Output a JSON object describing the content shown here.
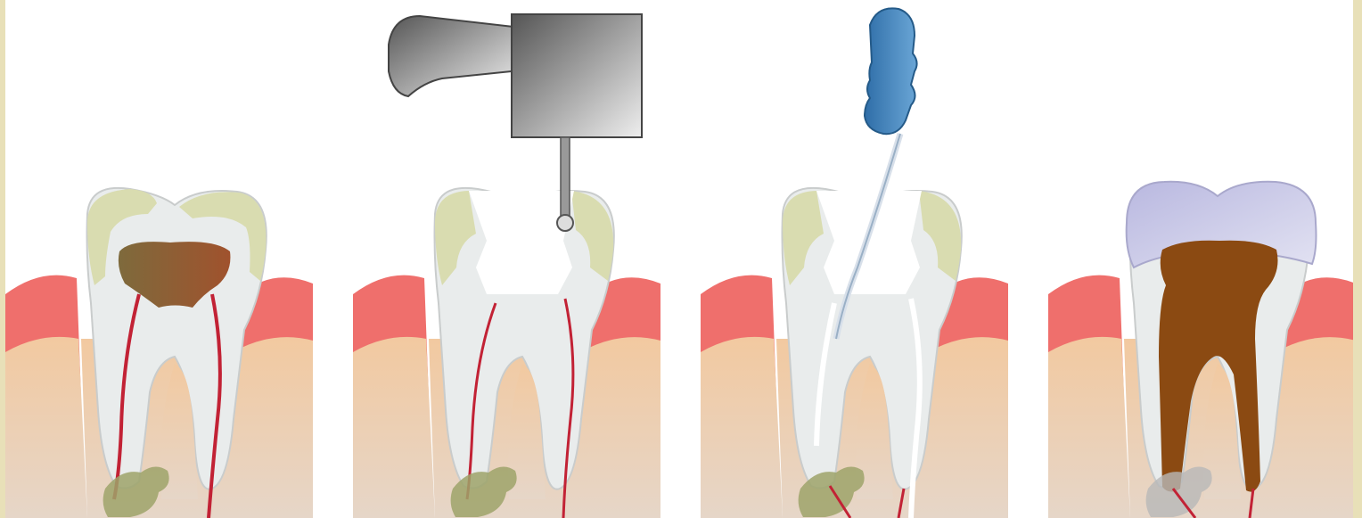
{
  "diagram": {
    "colors": {
      "frame": "#e8e0b8",
      "background": "#ffffff",
      "gum": "#ef6f6c",
      "bone_top": "#f2c9a0",
      "bone_bottom": "#e8d2bf",
      "enamel": "#d9dcb0",
      "dentin": "#e9ecec",
      "pulp": "#8a5a30",
      "nerve": "#c22235",
      "infection": "#9ea36a",
      "crown": "#c9c8e6",
      "filling": "#8b4a12",
      "drill": "#777777",
      "file_handle": "#3a7fb8"
    },
    "panels": [
      {
        "stage": "infected-tooth",
        "icon": "decayed-tooth-icon"
      },
      {
        "stage": "drilling-access",
        "icon": "dental-drill-icon"
      },
      {
        "stage": "canal-cleaning",
        "icon": "endodontic-file-icon"
      },
      {
        "stage": "filled-and-crowned",
        "icon": "crown-icon"
      }
    ]
  }
}
